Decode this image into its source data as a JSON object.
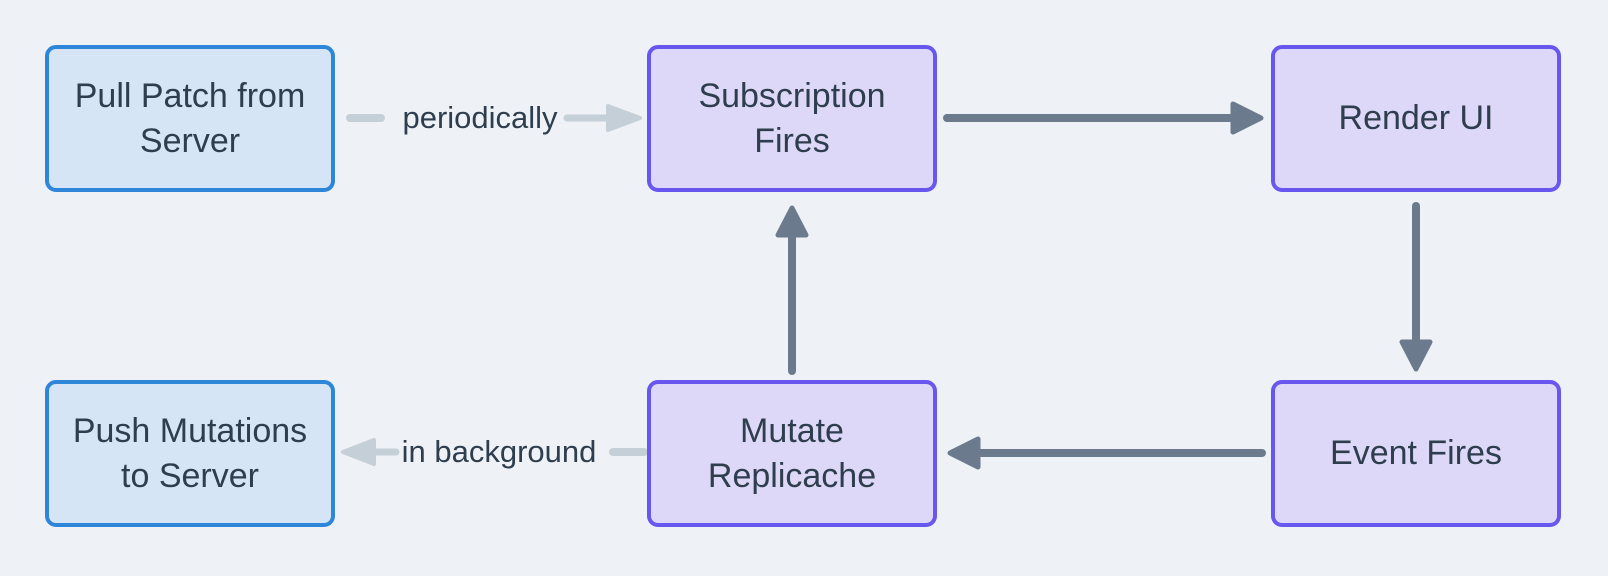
{
  "diagram": {
    "type": "flowchart",
    "colors": {
      "background": "#eef2f6",
      "server_node_fill": "#d5e5f6",
      "server_node_border": "#2e86d8",
      "client_node_fill": "#ded8f8",
      "client_node_border": "#6757ee",
      "text": "#2e3e4e",
      "dark_arrow": "#6b7b8d",
      "light_arrow": "#c5cfd8"
    },
    "nodes": [
      {
        "id": "pull-patch",
        "label": "Pull Patch from Server",
        "style": "blue"
      },
      {
        "id": "subscription-fires",
        "label": "Subscription Fires",
        "style": "purple"
      },
      {
        "id": "render-ui",
        "label": "Render UI",
        "style": "purple"
      },
      {
        "id": "push-mutations",
        "label": "Push Mutations to Server",
        "style": "blue"
      },
      {
        "id": "mutate-replicache",
        "label": "Mutate Replicache",
        "style": "purple"
      },
      {
        "id": "event-fires",
        "label": "Event Fires",
        "style": "purple"
      }
    ],
    "edges": [
      {
        "from": "pull-patch",
        "to": "subscription-fires",
        "label": "periodically",
        "style": "light"
      },
      {
        "from": "subscription-fires",
        "to": "render-ui",
        "label": "",
        "style": "dark"
      },
      {
        "from": "render-ui",
        "to": "event-fires",
        "label": "",
        "style": "dark"
      },
      {
        "from": "event-fires",
        "to": "mutate-replicache",
        "label": "",
        "style": "dark"
      },
      {
        "from": "mutate-replicache",
        "to": "subscription-fires",
        "label": "",
        "style": "dark"
      },
      {
        "from": "mutate-replicache",
        "to": "push-mutations",
        "label": "in background",
        "style": "light"
      }
    ]
  }
}
